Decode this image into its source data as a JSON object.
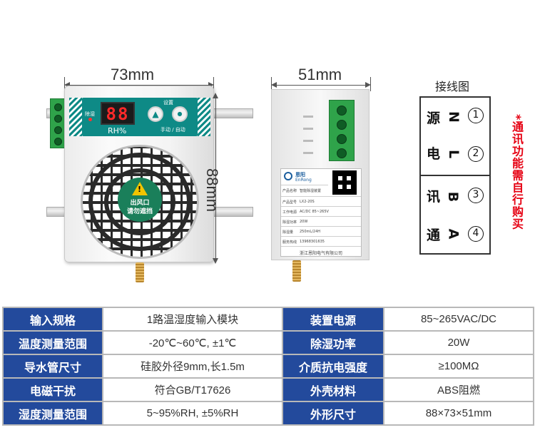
{
  "dimensions": {
    "width_front": "73mm",
    "width_side": "51mm",
    "height": "88mm"
  },
  "device_front": {
    "display_value": "88",
    "display_unit": "RH%",
    "indicator_label": "除湿",
    "settings_label": "设置",
    "mode_label": "手动 / 自动",
    "outlet_label_line1": "出风口",
    "outlet_label_line2": "请勿遮挡"
  },
  "device_side": {
    "brand_cn": "恩阳",
    "brand_en": "EnRong",
    "label_rows": [
      {
        "key": "产品名称",
        "value": "智能除湿装置"
      },
      {
        "key": "产品型号",
        "value": "LX2-20S"
      },
      {
        "key": "工作电源",
        "value": "AC/DC 85~265V"
      },
      {
        "key": "除湿功率",
        "value": "20W"
      },
      {
        "key": "除湿量",
        "value": "250mL/24H"
      },
      {
        "key": "服务热线",
        "value": "13968301635"
      }
    ],
    "manufacturer": "浙江恩阳电气有限公司"
  },
  "wiring": {
    "title": "接线图",
    "rows": [
      {
        "char": "源",
        "letter": "N",
        "num": "1"
      },
      {
        "char": "电",
        "letter": "L",
        "num": "2"
      },
      {
        "char": "讯",
        "letter": "B",
        "num": "3"
      },
      {
        "char": "通",
        "letter": "A",
        "num": "4"
      }
    ],
    "note": "*通讯功能需自行购买"
  },
  "spec_table": [
    {
      "k1": "输入规格",
      "v1": "1路温湿度输入模块",
      "k2": "装置电源",
      "v2": "85~265VAC/DC"
    },
    {
      "k1": "温度测量范围",
      "v1": "-20℃~60℃, ±1℃",
      "k2": "除湿功率",
      "v2": "20W"
    },
    {
      "k1": "导水管尺寸",
      "v1": "硅胶外径9mm,长1.5m",
      "k2": "介质抗电强度",
      "v2": "≥100MΩ"
    },
    {
      "k1": "电磁干扰",
      "v1": "符合GB/T17626",
      "k2": "外壳材料",
      "v2": "ABS阻燃"
    },
    {
      "k1": "湿度测量范围",
      "v1": "5~95%RH, ±5%RH",
      "k2": "外形尺寸",
      "v2": "88×73×51mm"
    }
  ]
}
